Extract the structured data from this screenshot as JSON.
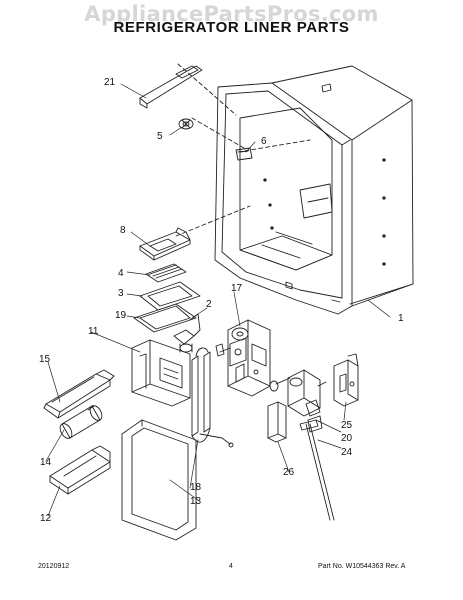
{
  "watermark": "AppliancePartsPros.com",
  "title": "REFRIGERATOR LINER PARTS",
  "callouts": {
    "c1": "1",
    "c2": "2",
    "c3": "3",
    "c4": "4",
    "c5": "5",
    "c6": "6",
    "c8": "8",
    "c11": "11",
    "c12": "12",
    "c13": "13",
    "c14": "14",
    "c15": "15",
    "c17": "17",
    "c18": "18",
    "c19": "19",
    "c20": "20",
    "c21": "21",
    "c24": "24",
    "c25": "25",
    "c26": "26"
  },
  "footer": {
    "date": "20120912",
    "page": "4",
    "part_no": "Part No.  W10544363  Rev.  A"
  }
}
